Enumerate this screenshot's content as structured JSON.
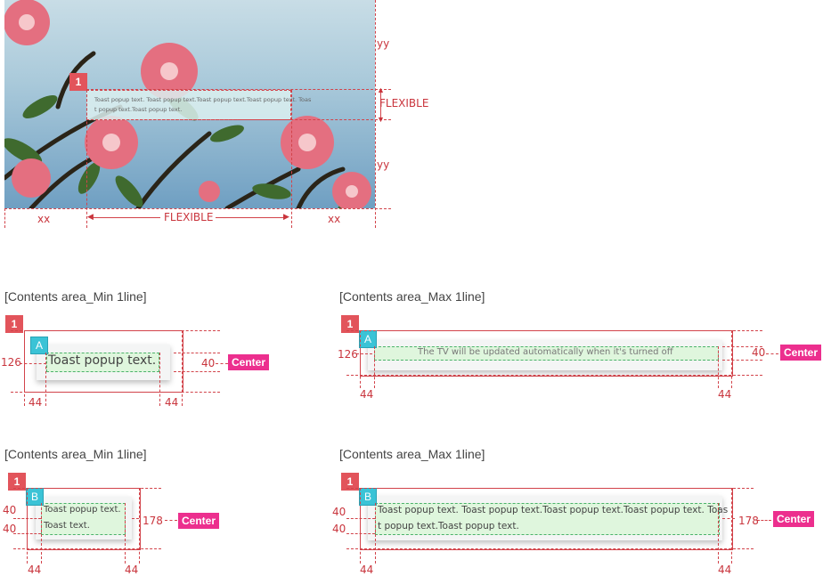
{
  "photo": {
    "toast_text": "Toast popup text. Toast popup text.Toast popup text.Toast popup text. Toast popup text.Toast popup text.",
    "toast_line1": "Toast popup text. Toast popup text.Toast popup text.Toast popup text. Toas",
    "toast_line2": "t popup text.Toast popup text.",
    "badge": "1",
    "labels": {
      "yy_top": "yy",
      "yy_bottom": "yy",
      "flexible_v": "FLEXIBLE",
      "xx_left": "xx",
      "xx_right": "xx",
      "flexible_h": "FLEXIBLE"
    }
  },
  "panels": [
    {
      "title": "[Contents area_Min 1line]",
      "badge": "1",
      "sub_badge": "A",
      "text_lines": [
        "Toast popup text."
      ],
      "height_label": "126",
      "side_label": "40",
      "left_margin": "44",
      "right_margin": "44",
      "center": "Center"
    },
    {
      "title": "[Contents area_Max 1line]",
      "badge": "1",
      "sub_badge": "A",
      "text_lines": [
        "The TV will be updated automatically when it's turned off"
      ],
      "height_label": "126",
      "side_label": "40",
      "left_margin": "44",
      "right_margin": "44",
      "center": "Center"
    },
    {
      "title": "[Contents area_Min 1line]",
      "badge": "1",
      "sub_badge": "B",
      "text_lines": [
        "Toast popup text.",
        "Toast text."
      ],
      "height_label": "178",
      "side_label_1": "40",
      "side_label_2": "40",
      "left_margin": "44",
      "right_margin": "44",
      "center": "Center"
    },
    {
      "title": "[Contents area_Max 1line]",
      "badge": "1",
      "sub_badge": "B",
      "text_lines": [
        "Toast popup text. Toast popup text.Toast popup text.Toast popup text. Toas",
        "t popup text.Toast popup text."
      ],
      "height_label": "178",
      "side_label_1": "40",
      "side_label_2": "40",
      "left_margin": "44",
      "right_margin": "44",
      "center": "Center"
    }
  ],
  "colors": {
    "guide_red": "#d2434a",
    "badge_red": "#e2545b",
    "badge_cyan": "#3bc3d6",
    "center_pink": "#ec2f8e",
    "text_green_bg": "#dff6dd",
    "toast_bg": "#f4f5f5"
  }
}
